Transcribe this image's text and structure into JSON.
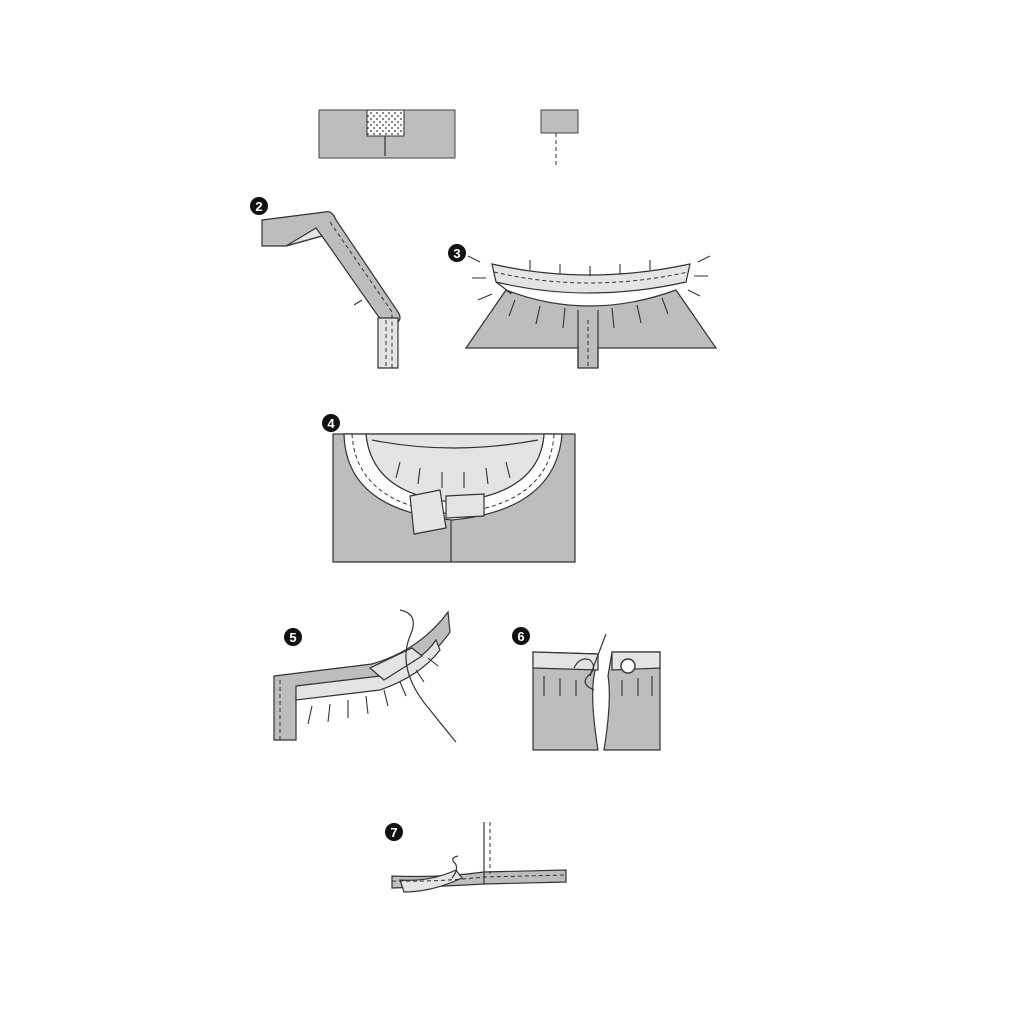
{
  "page": {
    "background": "#ffffff"
  },
  "colors": {
    "fabric": "#bdbdbd",
    "fabric_light": "#e4e4e4",
    "outline": "#333333",
    "badge": "#111111",
    "badge_text": "#ffffff"
  },
  "steps": [
    {
      "id": "1",
      "badge": ""
    },
    {
      "id": "2",
      "badge": "2"
    },
    {
      "id": "3",
      "badge": "3"
    },
    {
      "id": "4",
      "badge": "4"
    },
    {
      "id": "5",
      "badge": "5"
    },
    {
      "id": "6",
      "badge": "6"
    },
    {
      "id": "7",
      "badge": "7"
    }
  ]
}
